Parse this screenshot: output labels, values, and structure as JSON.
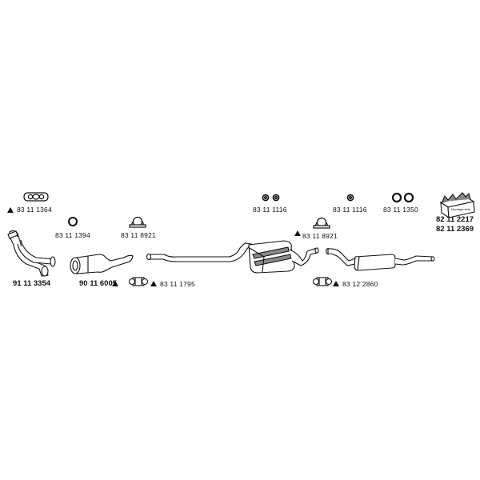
{
  "parts": {
    "gasket_front": "83 11 1364",
    "ring_front": "83 11 1394",
    "clamp_front": "83 11 8921",
    "front_pipe": "91 11 3354",
    "catalyst": "90 11 6005",
    "connector_clamp": "83 11 1795",
    "rings_mid": "83 11 1116",
    "ring_rear": "83 11 1116",
    "rings_rear_pair": "83 11 1350",
    "clamp_rear": "83 11 8921",
    "rear_connector_clamp": "83 12 2860",
    "mounting_kit_1": "82 11 2217",
    "mounting_kit_2": "82 11 2369"
  },
  "kit_box_text": "Montage teile",
  "colors": {
    "line": "#111111",
    "fill": "#ffffff",
    "shade": "#888888"
  }
}
